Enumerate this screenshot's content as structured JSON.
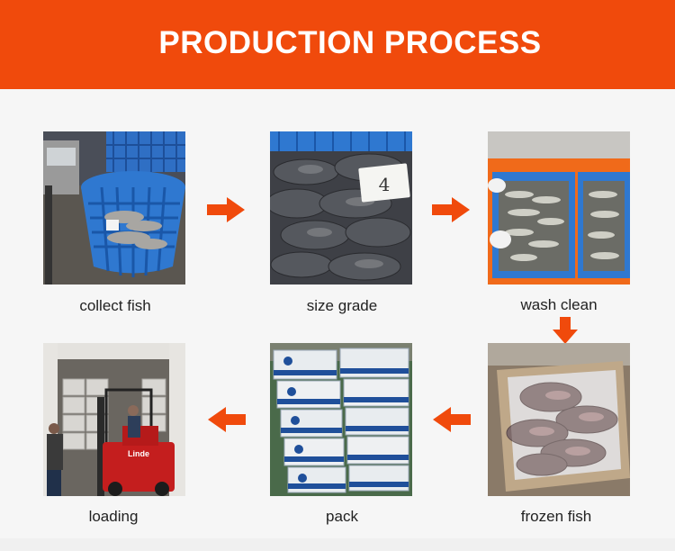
{
  "header": {
    "title": "PRODUCTION PROCESS"
  },
  "colors": {
    "accent": "#f04a0c",
    "background": "#f6f6f6",
    "arrow": "#f04a0c"
  },
  "steps": [
    {
      "caption": "collect fish"
    },
    {
      "caption": "size grade",
      "tag_text": "4"
    },
    {
      "caption": "wash clean"
    },
    {
      "caption": "frozen fish"
    },
    {
      "caption": "pack"
    },
    {
      "caption": "loading",
      "forklift_brand": "Linde"
    }
  ]
}
